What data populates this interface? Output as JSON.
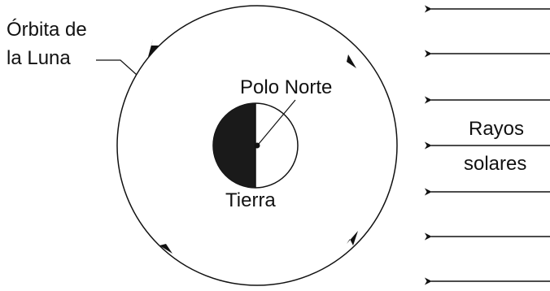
{
  "labels": {
    "orbit_line1": "Órbita de",
    "orbit_line2": "la Luna",
    "north_pole": "Polo Norte",
    "earth": "Tierra",
    "rays_line1": "Rayos",
    "rays_line2": "solares"
  },
  "colors": {
    "ink": "#111111",
    "earth_night_side": "#1a1a1a",
    "background": "#ffffff"
  }
}
